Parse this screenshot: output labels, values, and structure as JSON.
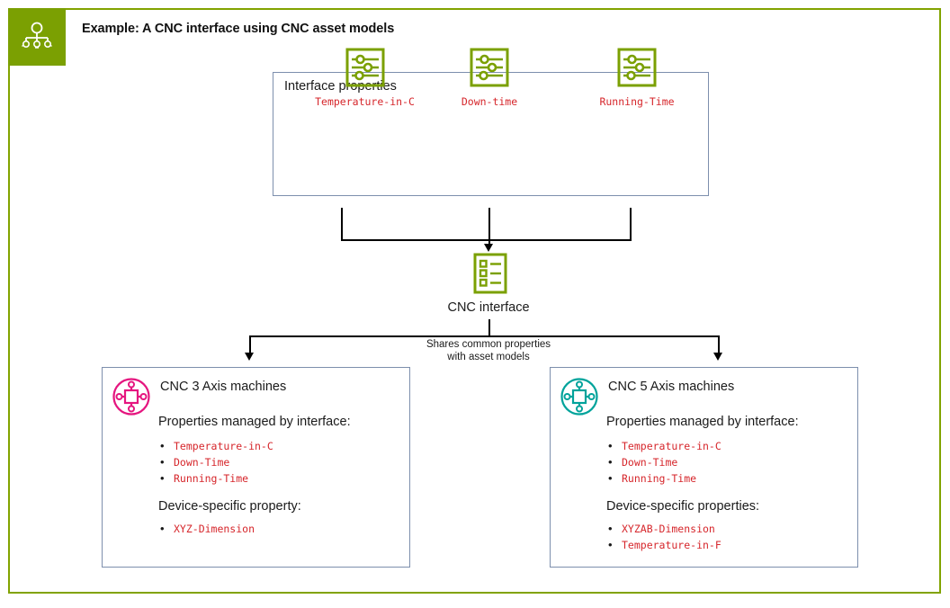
{
  "header": {
    "title": "Example: A CNC interface using CNC asset models",
    "logo_icon": "hierarchy-icon",
    "brand_color": "#7ba002",
    "frame_color": "#82a300"
  },
  "colors": {
    "property_label": "#d6262b",
    "box_border": "#7d8fad",
    "icon_green": "#7ba002",
    "icon_pink": "#e5157f",
    "icon_teal": "#00a39b",
    "connector": "#000000"
  },
  "interface_panel": {
    "title": "Interface properties",
    "properties": [
      {
        "label": "Temperature-in-C",
        "icon": "property-sliders-icon"
      },
      {
        "label": "Down-time",
        "icon": "property-sliders-icon"
      },
      {
        "label": "Running-Time",
        "icon": "property-sliders-icon"
      }
    ]
  },
  "interface_node": {
    "label": "CNC interface",
    "icon": "interface-list-icon"
  },
  "connector_note": {
    "line1": "Shares common properties",
    "line2": "with asset models"
  },
  "machines": [
    {
      "title": "CNC 3 Axis machines",
      "icon": "asset-model-icon",
      "icon_color": "#e5157f",
      "managed_heading": "Properties managed by interface:",
      "managed_properties": [
        "Temperature-in-C",
        "Down-Time",
        "Running-Time"
      ],
      "device_heading": "Device-specific property:",
      "device_properties": [
        "XYZ-Dimension"
      ]
    },
    {
      "title": "CNC 5 Axis machines",
      "icon": "asset-model-icon",
      "icon_color": "#00a39b",
      "managed_heading": "Properties managed by interface:",
      "managed_properties": [
        "Temperature-in-C",
        "Down-Time",
        "Running-Time"
      ],
      "device_heading": "Device-specific properties:",
      "device_properties": [
        "XYZAB-Dimension",
        "Temperature-in-F"
      ]
    }
  ]
}
